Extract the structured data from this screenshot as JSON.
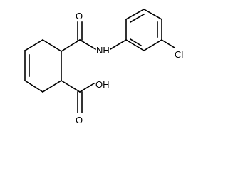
{
  "molecule": {
    "atom_labels": {
      "amide_oxygen": "O",
      "amide_nh": "NH",
      "chloro": "Cl",
      "hydroxyl": "OH",
      "acid_oxygen": "O"
    }
  }
}
